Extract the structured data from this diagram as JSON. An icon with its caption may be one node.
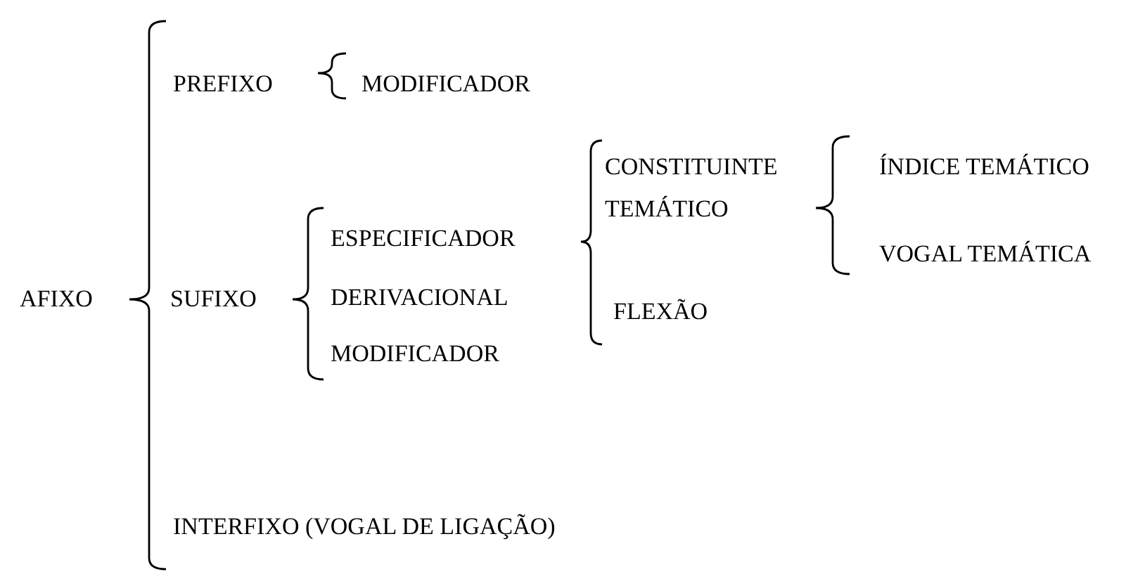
{
  "diagram": {
    "nodes": [
      {
        "text": [
          "AFIXO"
        ]
      },
      {
        "text": [
          "PREFIXO"
        ]
      },
      {
        "text": [
          "SUFIXO"
        ]
      },
      {
        "text": [
          "INTERFIXO (VOGAL DE LIGAÇÃO)"
        ]
      },
      {
        "text": [
          "MODIFICADOR"
        ]
      },
      {
        "text": [
          "ESPECIFICADOR"
        ]
      },
      {
        "text": [
          "DERIVACIONAL"
        ]
      },
      {
        "text": [
          "MODIFICADOR"
        ]
      },
      {
        "text": [
          "CONSTITUINTE TEMÁTICO"
        ]
      },
      {
        "text": [
          "FLEXÃO"
        ]
      },
      {
        "text": [
          "ÍNDICE TEMÁTICO"
        ]
      },
      {
        "text": [
          "VOGAL TEMÁTICA"
        ]
      }
    ]
  }
}
